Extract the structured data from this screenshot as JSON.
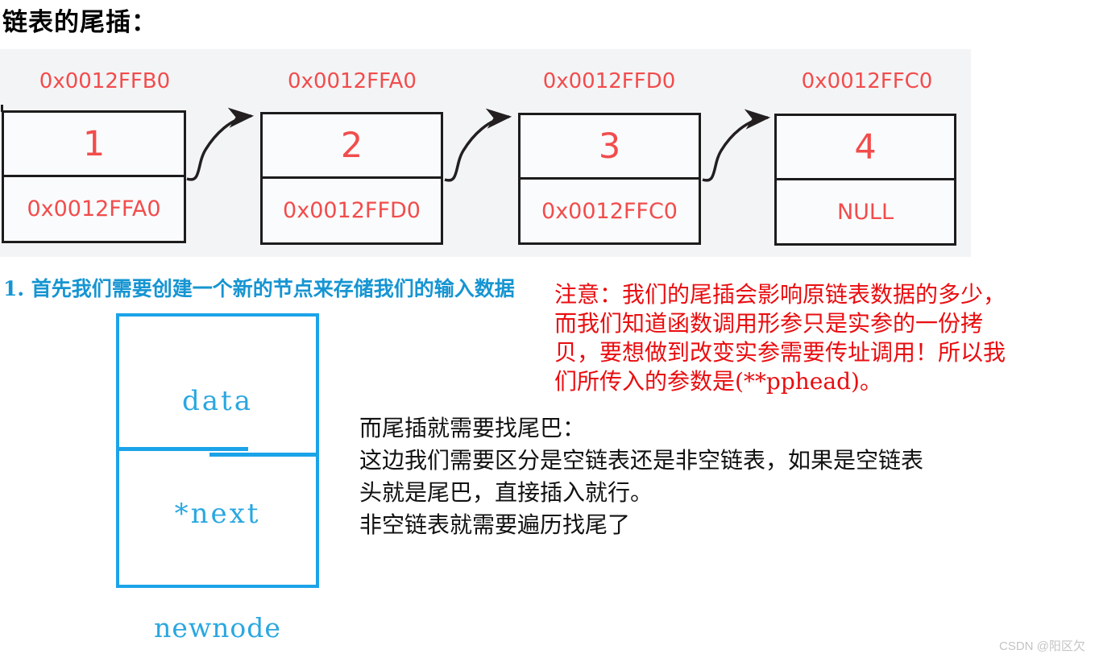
{
  "title": "链表的尾插：",
  "list_diagram": {
    "nodes": [
      {
        "address": "0x0012FFB0",
        "value": "1",
        "next": "0x0012FFA0"
      },
      {
        "address": "0x0012FFA0",
        "value": "2",
        "next": "0x0012FFD0"
      },
      {
        "address": "0x0012FFD0",
        "value": "3",
        "next": "0x0012FFC0"
      },
      {
        "address": "0x0012FFC0",
        "value": "4",
        "next": "NULL"
      }
    ]
  },
  "step_note": "1. 首先我们需要创建一个新的节点来存储我们的输入数据",
  "warning_note": {
    "lines": [
      "注意：我们的尾插会影响原链表数据的多少，",
      "而我们知道函数调用形参只是实参的一份拷",
      "贝，要想做到改变实参需要传址调用！所以我",
      "们所传入的参数是(**pphead)。"
    ]
  },
  "tail_note": {
    "lines": [
      "而尾插就需要找尾巴：",
      "这边我们需要区分是空链表还是非空链表，如果是空链表",
      "头就是尾巴，直接插入就行。",
      "非空链表就需要遍历找尾了"
    ]
  },
  "newnode_box": {
    "data_label": "data",
    "next_label": "*next",
    "caption": "newnode"
  },
  "watermark": "CSDN @阳区欠",
  "colors": {
    "node_red": "#f24c4c",
    "warning_red": "#e90d10",
    "step_blue": "#1695d2",
    "box_blue": "#1ba3e8",
    "box_text_blue": "#2aa7e0",
    "panel_gray": "#f3f4f6",
    "arrow_black": "#231f20",
    "watermark_gray": "#c4c4c4"
  }
}
